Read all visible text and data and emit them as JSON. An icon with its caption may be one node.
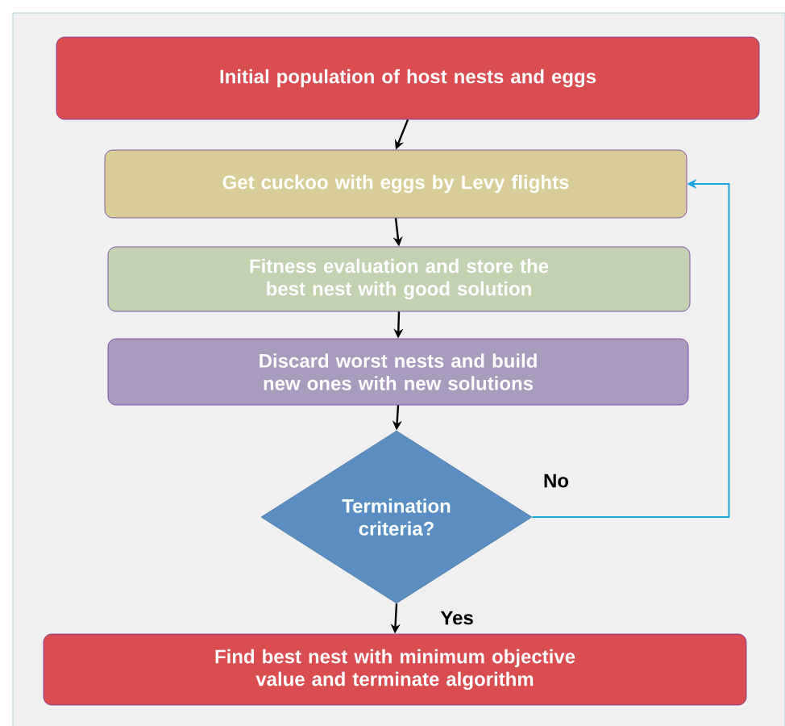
{
  "diagram": {
    "nodes": [
      {
        "text": [
          "Initial population of host nests and eggs"
        ]
      },
      {
        "text": [
          "Get cuckoo with eggs by Levy flights"
        ]
      },
      {
        "text": [
          "Fitness evaluation and store the best nest with good solution"
        ]
      },
      {
        "text": [
          "Discard worst nests and build new ones with new solutions"
        ]
      },
      {
        "text": [
          "Termination criteria?"
        ]
      },
      {
        "text": [
          "Find best nest with minimum objective value and terminate algorithm"
        ]
      }
    ],
    "edges": [
      {
        "from": 0,
        "to": 1,
        "arrow": "to"
      },
      {
        "from": 1,
        "to": 2,
        "arrow": "to"
      },
      {
        "from": 2,
        "to": 3,
        "arrow": "to"
      },
      {
        "from": 3,
        "to": 4,
        "arrow": "to"
      },
      {
        "from": 4,
        "to": 5,
        "arrow": "to",
        "label": "Yes"
      },
      {
        "from": 4,
        "to": 1,
        "arrow": "to",
        "label": "No",
        "color": "#1aa3dd"
      }
    ]
  }
}
